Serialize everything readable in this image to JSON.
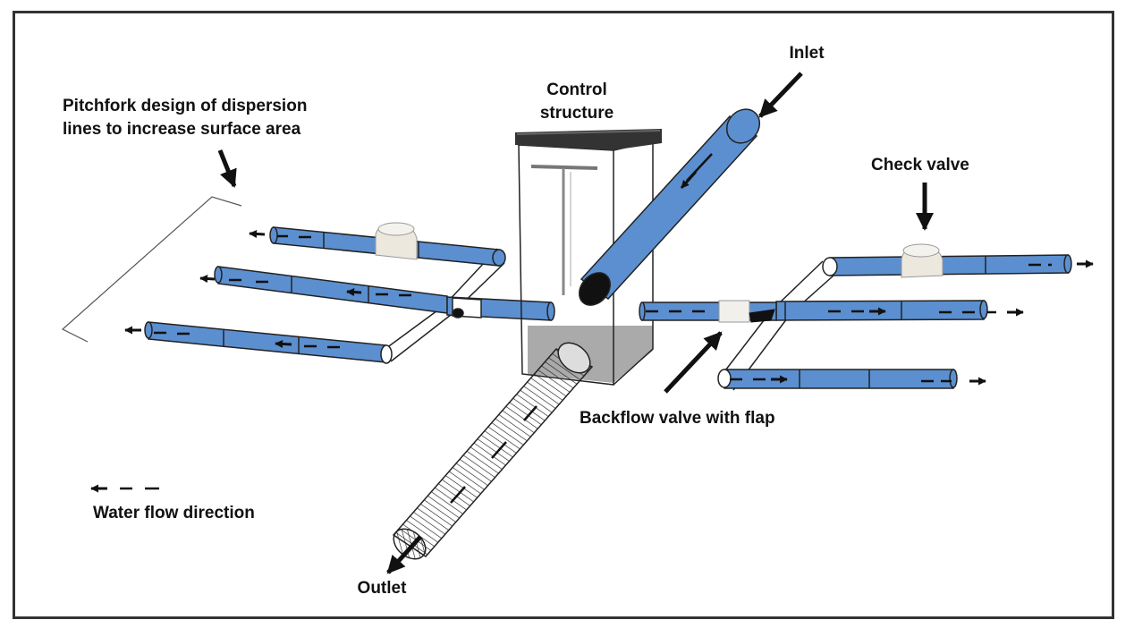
{
  "labels": {
    "inlet": "Inlet",
    "control_line1": "Control",
    "control_line2": "structure",
    "pitchfork_line1": "Pitchfork design of dispersion",
    "pitchfork_line2": "lines to increase surface area",
    "check_valve": "Check valve",
    "backflow": "Backflow valve with flap",
    "legend": "Water flow direction",
    "outlet": "Outlet"
  },
  "colors": {
    "pipe_fill": "#5b8fd0",
    "pipe_stroke": "#222222",
    "valve_fill": "#ece8de",
    "frame": "#333333",
    "text": "#111111"
  },
  "icons": [
    "flow-arrow-icon",
    "pointer-arrow-icon",
    "check-valve-icon",
    "backflow-valve-icon"
  ]
}
